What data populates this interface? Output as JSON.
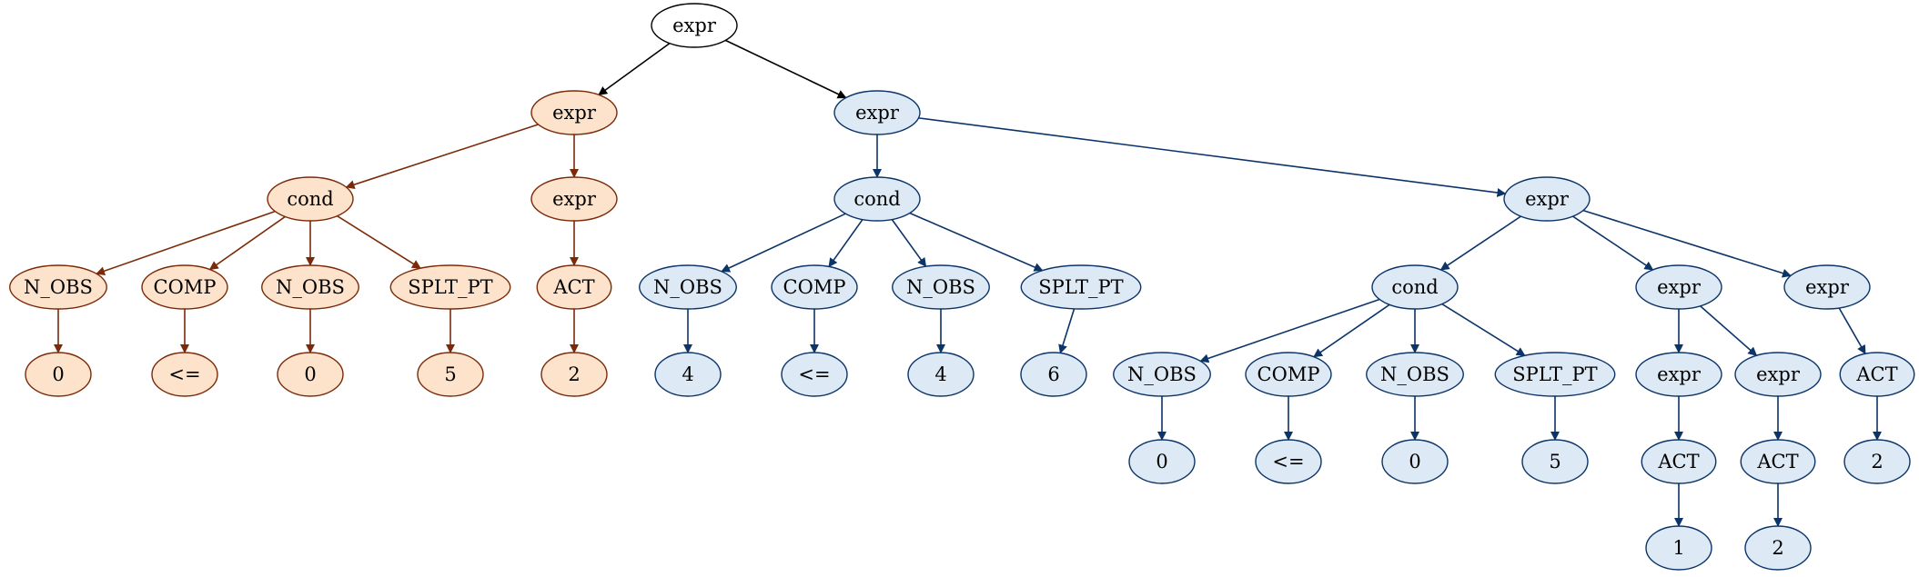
{
  "colors": {
    "root_fill": "#ffffff",
    "root_stroke": "#000000",
    "left_fill": "#fde3cc",
    "left_stroke": "#7a2a08",
    "right_fill": "#dde9f5",
    "right_stroke": "#0b3468",
    "text": "#000000"
  },
  "nodes": [
    {
      "id": "n0",
      "label": "expr",
      "group": "root"
    },
    {
      "id": "n1",
      "label": "expr",
      "group": "left"
    },
    {
      "id": "n2",
      "label": "expr",
      "group": "right"
    },
    {
      "id": "n3",
      "label": "cond",
      "group": "left"
    },
    {
      "id": "n4",
      "label": "expr",
      "group": "left"
    },
    {
      "id": "n5",
      "label": "N_OBS",
      "group": "left"
    },
    {
      "id": "n6",
      "label": "COMP",
      "group": "left"
    },
    {
      "id": "n7",
      "label": "N_OBS",
      "group": "left"
    },
    {
      "id": "n8",
      "label": "SPLT_PT",
      "group": "left"
    },
    {
      "id": "n9",
      "label": "ACT",
      "group": "left"
    },
    {
      "id": "n10",
      "label": "0",
      "group": "left"
    },
    {
      "id": "n11",
      "label": "<=",
      "group": "left"
    },
    {
      "id": "n12",
      "label": "0",
      "group": "left"
    },
    {
      "id": "n13",
      "label": "5",
      "group": "left"
    },
    {
      "id": "n14",
      "label": "2",
      "group": "left"
    },
    {
      "id": "n15",
      "label": "cond",
      "group": "right"
    },
    {
      "id": "n16",
      "label": "expr",
      "group": "right"
    },
    {
      "id": "n17",
      "label": "N_OBS",
      "group": "right"
    },
    {
      "id": "n18",
      "label": "COMP",
      "group": "right"
    },
    {
      "id": "n19",
      "label": "N_OBS",
      "group": "right"
    },
    {
      "id": "n20",
      "label": "SPLT_PT",
      "group": "right"
    },
    {
      "id": "n21",
      "label": "4",
      "group": "right"
    },
    {
      "id": "n22",
      "label": "<=",
      "group": "right"
    },
    {
      "id": "n23",
      "label": "4",
      "group": "right"
    },
    {
      "id": "n24",
      "label": "6",
      "group": "right"
    },
    {
      "id": "n25",
      "label": "cond",
      "group": "right"
    },
    {
      "id": "n26",
      "label": "expr",
      "group": "right"
    },
    {
      "id": "n27",
      "label": "expr",
      "group": "right"
    },
    {
      "id": "n28",
      "label": "N_OBS",
      "group": "right"
    },
    {
      "id": "n29",
      "label": "COMP",
      "group": "right"
    },
    {
      "id": "n30",
      "label": "N_OBS",
      "group": "right"
    },
    {
      "id": "n31",
      "label": "SPLT_PT",
      "group": "right"
    },
    {
      "id": "n32",
      "label": "expr",
      "group": "right"
    },
    {
      "id": "n33",
      "label": "expr",
      "group": "right"
    },
    {
      "id": "n34",
      "label": "ACT",
      "group": "right"
    },
    {
      "id": "n35",
      "label": "0",
      "group": "right"
    },
    {
      "id": "n36",
      "label": "<=",
      "group": "right"
    },
    {
      "id": "n37",
      "label": "0",
      "group": "right"
    },
    {
      "id": "n38",
      "label": "5",
      "group": "right"
    },
    {
      "id": "n39",
      "label": "ACT",
      "group": "right"
    },
    {
      "id": "n40",
      "label": "ACT",
      "group": "right"
    },
    {
      "id": "n41",
      "label": "2",
      "group": "right"
    },
    {
      "id": "n42",
      "label": "1",
      "group": "right"
    },
    {
      "id": "n43",
      "label": "2",
      "group": "right"
    }
  ],
  "edges": [
    {
      "from": "n0",
      "to": "n1",
      "group": "root"
    },
    {
      "from": "n0",
      "to": "n2",
      "group": "root"
    },
    {
      "from": "n1",
      "to": "n3",
      "group": "left"
    },
    {
      "from": "n1",
      "to": "n4",
      "group": "left"
    },
    {
      "from": "n3",
      "to": "n5",
      "group": "left"
    },
    {
      "from": "n3",
      "to": "n6",
      "group": "left"
    },
    {
      "from": "n3",
      "to": "n7",
      "group": "left"
    },
    {
      "from": "n3",
      "to": "n8",
      "group": "left"
    },
    {
      "from": "n4",
      "to": "n9",
      "group": "left"
    },
    {
      "from": "n5",
      "to": "n10",
      "group": "left"
    },
    {
      "from": "n6",
      "to": "n11",
      "group": "left"
    },
    {
      "from": "n7",
      "to": "n12",
      "group": "left"
    },
    {
      "from": "n8",
      "to": "n13",
      "group": "left"
    },
    {
      "from": "n9",
      "to": "n14",
      "group": "left"
    },
    {
      "from": "n2",
      "to": "n15",
      "group": "right"
    },
    {
      "from": "n2",
      "to": "n16",
      "group": "right"
    },
    {
      "from": "n15",
      "to": "n17",
      "group": "right"
    },
    {
      "from": "n15",
      "to": "n18",
      "group": "right"
    },
    {
      "from": "n15",
      "to": "n19",
      "group": "right"
    },
    {
      "from": "n15",
      "to": "n20",
      "group": "right"
    },
    {
      "from": "n17",
      "to": "n21",
      "group": "right"
    },
    {
      "from": "n18",
      "to": "n22",
      "group": "right"
    },
    {
      "from": "n19",
      "to": "n23",
      "group": "right"
    },
    {
      "from": "n20",
      "to": "n24",
      "group": "right"
    },
    {
      "from": "n16",
      "to": "n25",
      "group": "right"
    },
    {
      "from": "n16",
      "to": "n26",
      "group": "right"
    },
    {
      "from": "n16",
      "to": "n27",
      "group": "right"
    },
    {
      "from": "n25",
      "to": "n28",
      "group": "right"
    },
    {
      "from": "n25",
      "to": "n29",
      "group": "right"
    },
    {
      "from": "n25",
      "to": "n30",
      "group": "right"
    },
    {
      "from": "n25",
      "to": "n31",
      "group": "right"
    },
    {
      "from": "n26",
      "to": "n32",
      "group": "right"
    },
    {
      "from": "n26",
      "to": "n33",
      "group": "right"
    },
    {
      "from": "n27",
      "to": "n34",
      "group": "right"
    },
    {
      "from": "n28",
      "to": "n35",
      "group": "right"
    },
    {
      "from": "n29",
      "to": "n36",
      "group": "right"
    },
    {
      "from": "n30",
      "to": "n37",
      "group": "right"
    },
    {
      "from": "n31",
      "to": "n38",
      "group": "right"
    },
    {
      "from": "n32",
      "to": "n39",
      "group": "right"
    },
    {
      "from": "n33",
      "to": "n40",
      "group": "right"
    },
    {
      "from": "n34",
      "to": "n41",
      "group": "right"
    },
    {
      "from": "n39",
      "to": "n42",
      "group": "right"
    },
    {
      "from": "n40",
      "to": "n43",
      "group": "right"
    }
  ]
}
